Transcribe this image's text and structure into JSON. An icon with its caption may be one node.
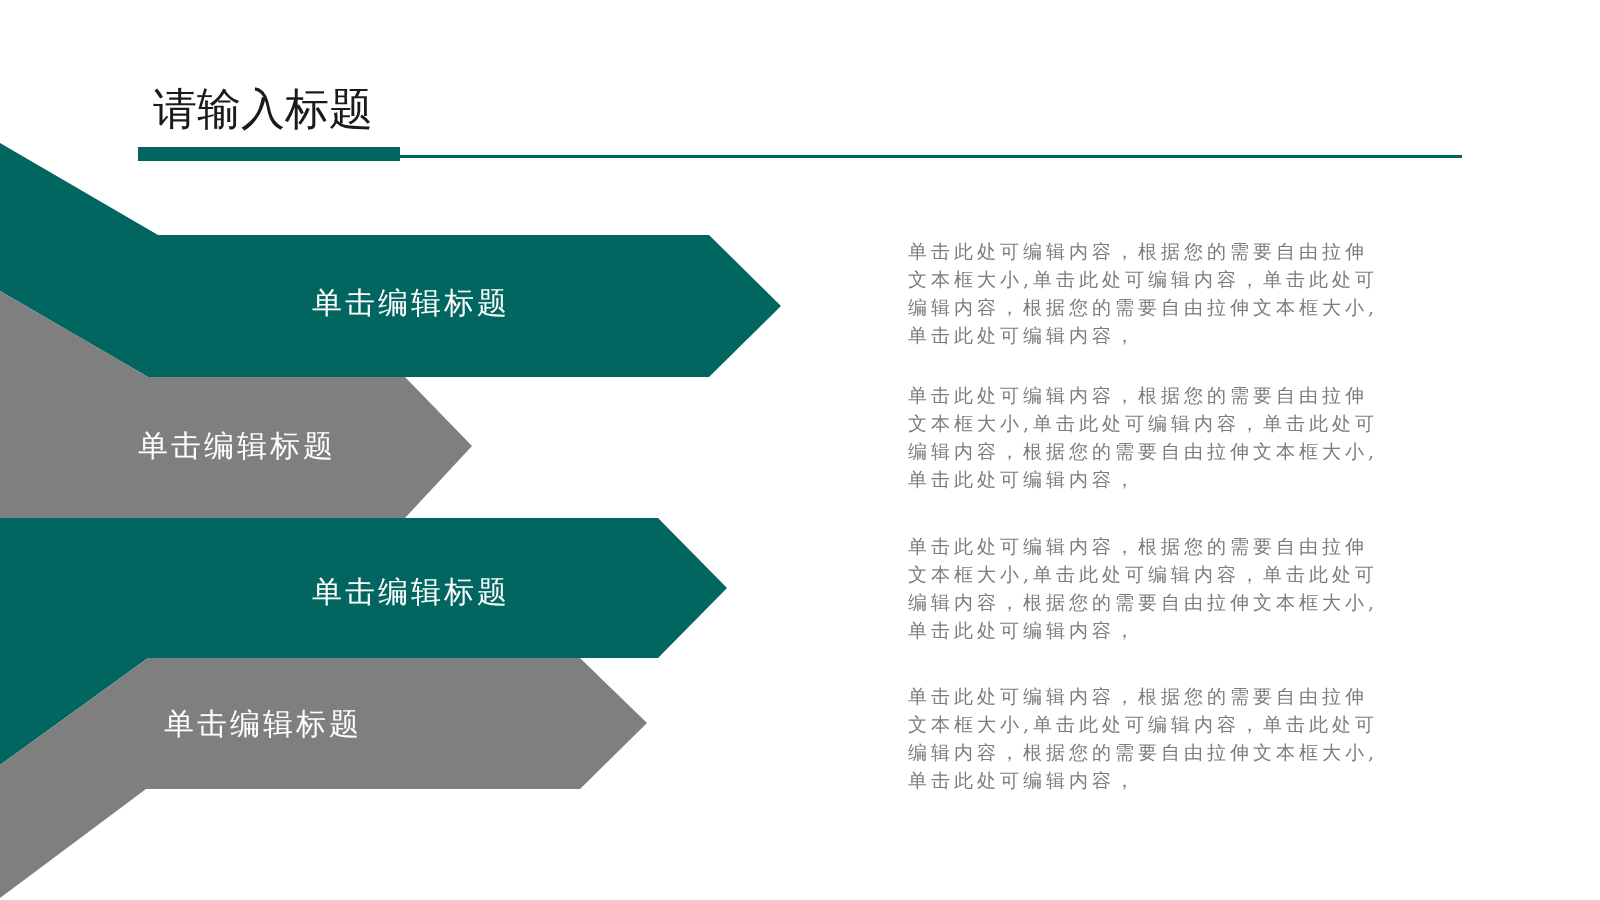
{
  "diagram": {
    "title": "请输入标题",
    "nodes": [
      {
        "text": [
          "单击编辑标题"
        ]
      },
      {
        "text": [
          "单击编辑标题"
        ]
      },
      {
        "text": [
          "单击编辑标题"
        ]
      },
      {
        "text": [
          "单击编辑标题"
        ]
      }
    ],
    "labels": [
      "单击此处可编辑内容，根据您的需要自由拉伸文本框大小,单击此处可编辑内容，单击此处可编辑内容，根据您的需要自由拉伸文本框大小,单击此处可编辑内容，",
      "单击此处可编辑内容，根据您的需要自由拉伸文本框大小,单击此处可编辑内容，单击此处可编辑内容，根据您的需要自由拉伸文本框大小,单击此处可编辑内容，",
      "单击此处可编辑内容，根据您的需要自由拉伸文本框大小,单击此处可编辑内容，单击此处可编辑内容，根据您的需要自由拉伸文本框大小,单击此处可编辑内容，",
      "单击此处可编辑内容，根据您的需要自由拉伸文本框大小,单击此处可编辑内容，单击此处可编辑内容，根据您的需要自由拉伸文本框大小,单击此处可编辑内容，"
    ]
  }
}
